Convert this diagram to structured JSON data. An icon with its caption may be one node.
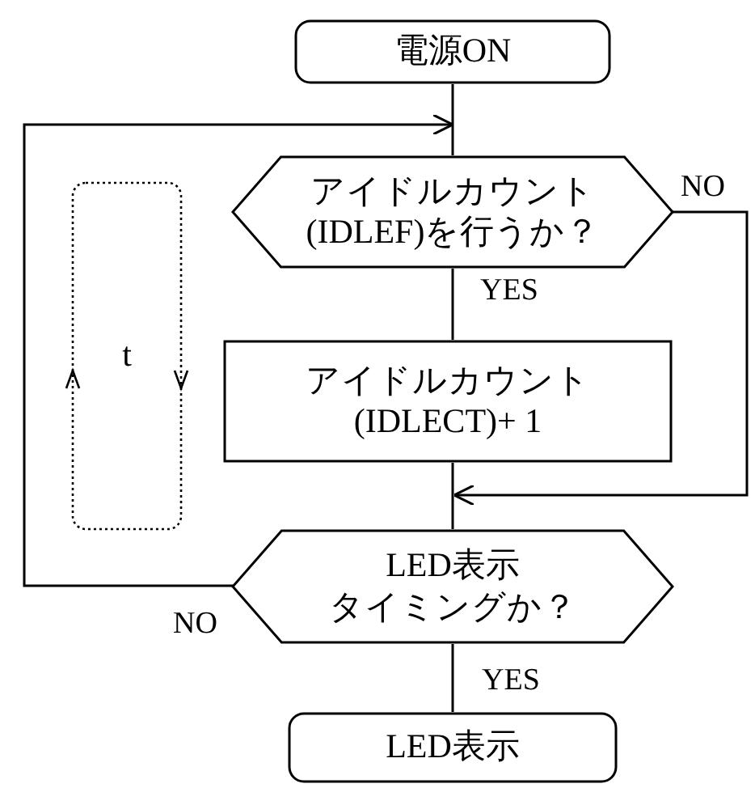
{
  "diagram": {
    "nodes": [
      {
        "text": [
          "電源ON"
        ]
      },
      {
        "text": [
          "アイドルカウント(IDLEF)を行うか？"
        ]
      },
      {
        "text": [
          "アイドルカウント(IDLECT)+ 1"
        ]
      },
      {
        "text": [
          "LED表示",
          "タイミングか？"
        ]
      },
      {
        "text": [
          "LED表示"
        ]
      },
      {
        "text": [
          "t"
        ]
      }
    ],
    "edges": [
      {
        "from": 0,
        "to": 1,
        "arrow": "none"
      },
      {
        "from": 1,
        "to": 2,
        "arrow": "none",
        "label": "YES"
      },
      {
        "from": 2,
        "to": 3,
        "arrow": "none"
      },
      {
        "from": 3,
        "to": 4,
        "arrow": "none",
        "label": "YES"
      },
      {
        "from": 1,
        "to": 3,
        "arrow": "to",
        "label": "NO"
      },
      {
        "from": 3,
        "to": 1,
        "arrow": "to",
        "label": "NO"
      }
    ]
  }
}
